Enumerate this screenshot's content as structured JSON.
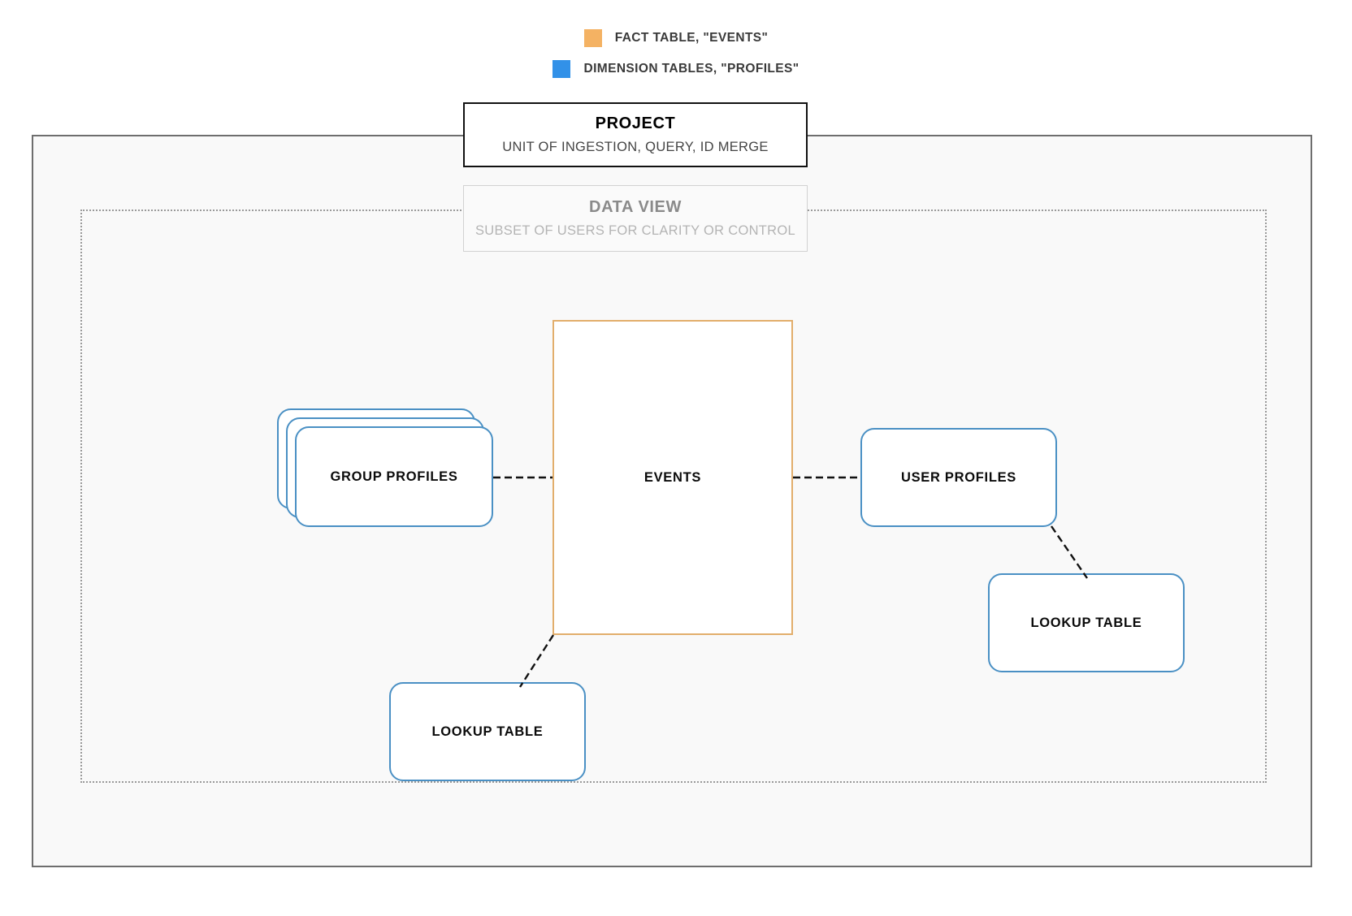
{
  "legend": {
    "items": [
      {
        "label": "FACT TABLE, \"EVENTS\"",
        "color": "#F4B263",
        "icon": "orange-square-swatch"
      },
      {
        "label": "DIMENSION TABLES, \"PROFILES\"",
        "color": "#3291E8",
        "icon": "blue-square-swatch"
      }
    ]
  },
  "project": {
    "title": "PROJECT",
    "subtitle": "UNIT OF INGESTION, QUERY, ID MERGE"
  },
  "data_view": {
    "title": "DATA VIEW",
    "subtitle": "SUBSET OF USERS FOR CLARITY OR CONTROL"
  },
  "nodes": {
    "events": {
      "label": "EVENTS",
      "border_color": "#E2AE6C"
    },
    "group_profiles": {
      "label": "GROUP PROFILES",
      "border_color": "#4A90C4",
      "stack_count": 3
    },
    "user_profiles": {
      "label": "USER PROFILES",
      "border_color": "#4A90C4"
    },
    "lookup_table_left": {
      "label": "LOOKUP TABLE",
      "border_color": "#4A90C4"
    },
    "lookup_table_right": {
      "label": "LOOKUP TABLE",
      "border_color": "#4A90C4"
    }
  },
  "connectors": {
    "style": "dashed",
    "color": "#111111",
    "links": [
      {
        "from": "group_profiles",
        "to": "events"
      },
      {
        "from": "events",
        "to": "user_profiles"
      },
      {
        "from": "events",
        "to": "lookup_table_left"
      },
      {
        "from": "user_profiles",
        "to": "lookup_table_right"
      }
    ]
  }
}
